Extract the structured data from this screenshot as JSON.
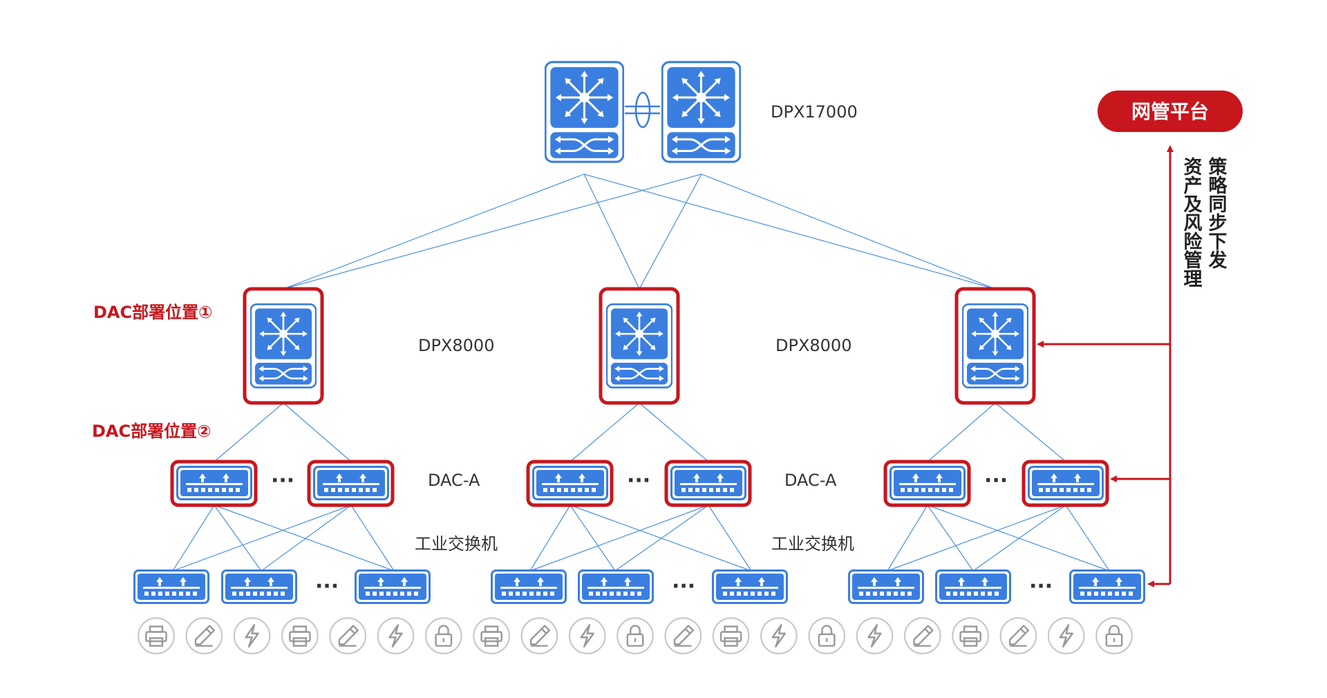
{
  "colors": {
    "blue": "#3a7ee0",
    "blue_dark": "#2563c8",
    "red": "#c8161d",
    "link": "#4a90e2",
    "terminal_stroke": "#c9c9c9",
    "terminal_icon": "#9a9a9a"
  },
  "labels": {
    "core": "DPX17000",
    "agg_left": "DPX8000",
    "agg_right": "DPX8000",
    "access_left": "DAC-A",
    "access_right": "DAC-A",
    "industrial_left": "工业交换机",
    "industrial_right": "工业交换机",
    "deploy1": "DAC部署位置①",
    "deploy2": "DAC部署位置②",
    "platform": "网管平台",
    "policy": "策略同步下发",
    "asset": "资产及风险管理",
    "ellipsis": "···"
  },
  "terminals": [
    "printer-icon",
    "pen-icon",
    "lightning-icon",
    "printer-icon",
    "pen-icon",
    "lightning-icon",
    "lock-icon",
    "printer-icon",
    "pen-icon",
    "lightning-icon",
    "lock-icon",
    "pen-icon",
    "printer-icon",
    "lightning-icon",
    "lock-icon",
    "lightning-icon",
    "pen-icon",
    "printer-icon",
    "pen-icon",
    "lightning-icon",
    "lock-icon"
  ]
}
